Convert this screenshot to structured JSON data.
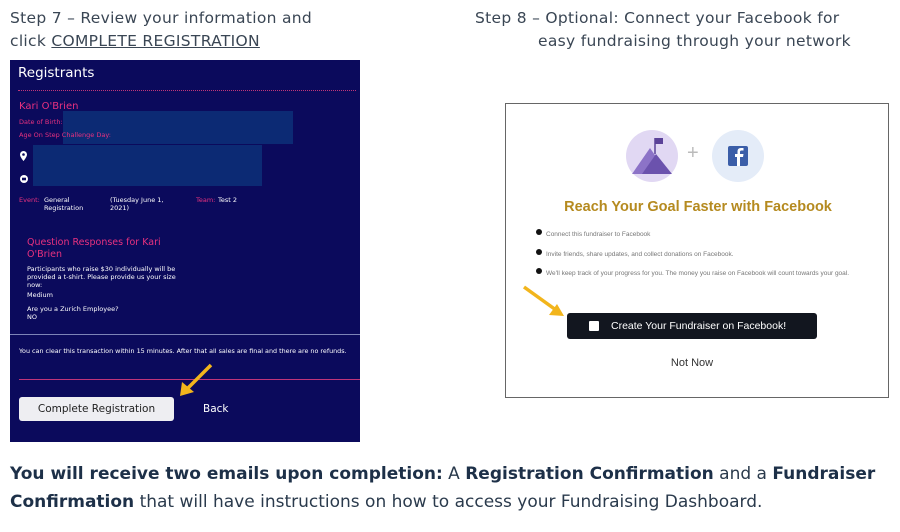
{
  "step7": {
    "line1": "Step 7 – Review your information and",
    "line2_prefix": "click ",
    "line2_link": "COMPLETE REGISTRATION"
  },
  "step8": {
    "line1": "Step 8  – Optional: Connect your Facebook for",
    "line2": "easy  fundraising through your network"
  },
  "registrants": {
    "title": "Registrants",
    "name": "Kari O'Brien",
    "dob_label": "Date of Birth:",
    "age_label": "Age On Step Challenge Day:",
    "event_label": "Event:",
    "event_value": "General Registration",
    "event_date": "(Tuesday June 1, 2021)",
    "team_label": "Team:",
    "team_value": "Test 2",
    "questions_title": "Question Responses for Kari O'Brien",
    "q1": "Participants who raise $30 individually will be provided a t-shirt. Please provide us your size now:",
    "a1": "Medium",
    "q2": "Are you a Zurich Employee?",
    "a2": "NO",
    "notice": "You can clear this transaction within 15 minutes. After that all sales are final and there are no refunds.",
    "complete_button": "Complete Registration",
    "back_button": "Back"
  },
  "facebook": {
    "plus": "+",
    "title": "Reach Your Goal Faster with Facebook",
    "bullets": [
      "Connect this fundraiser to Facebook",
      "Invite friends, share updates, and collect donations on Facebook.",
      "We'll keep track of your progress for you. The money you raise on Facebook will count towards your goal."
    ],
    "create_button": "Create Your Fundraiser on Facebook!",
    "not_now": "Not Now"
  },
  "footer": {
    "b1": "You will receive two emails upon completion:",
    "t1": " A ",
    "b2": "Registration Confirmation",
    "t2": " and a ",
    "b3": "Fundraiser Confirmation",
    "t3": " that will have instructions on how to access your Fundraising Dashboard."
  },
  "colors": {
    "navy": "#0b0a5c",
    "pink": "#e8317f",
    "gold": "#b58a1f",
    "arrow": "#f2b51c"
  }
}
